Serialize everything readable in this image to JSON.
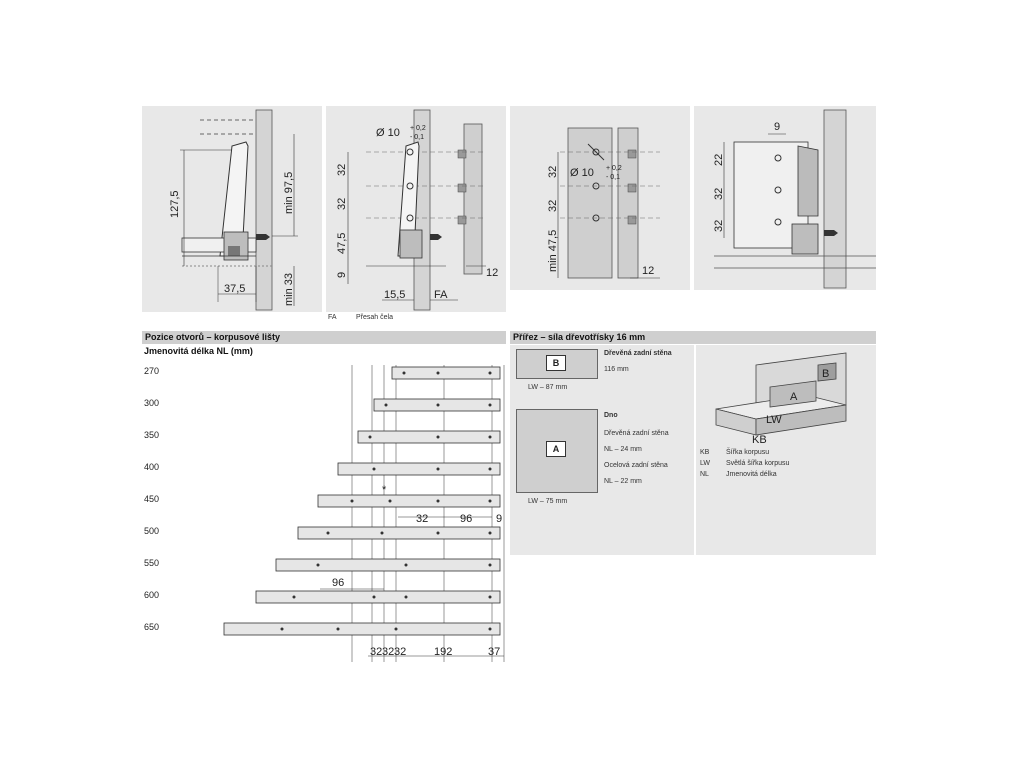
{
  "top_diagrams": {
    "panel1": {
      "dim_height": "127,5",
      "dim_min": "min 97,5",
      "dim_width": "37,5",
      "dim_min33": "min 33"
    },
    "panel2": {
      "dia": "Ø 10",
      "tol_plus": "+ 0,2",
      "tol_minus": "- 0,1",
      "d32a": "32",
      "d32b": "32",
      "d475": "47,5",
      "d9": "9",
      "d155": "15,5",
      "fa": "FA",
      "d12": "12"
    },
    "panel3": {
      "dia": "Ø 10",
      "tol_plus": "+ 0,2",
      "tol_minus": "- 0,1",
      "d32a": "32",
      "d32b": "32",
      "dmin": "min 47,5",
      "d12": "12"
    },
    "panel4": {
      "d9": "9",
      "d22": "22",
      "d32a": "32",
      "d32b": "32"
    },
    "caption_code": "FA",
    "caption_text": "Přesah čela"
  },
  "left_section": {
    "title": "Pozice otvorů – korpusové lišty",
    "subtitle": "Jmenovitá délka NL (mm)",
    "lengths": [
      "270",
      "300",
      "350",
      "400",
      "450",
      "500",
      "550",
      "600",
      "650"
    ],
    "asterisk": "*",
    "dims": {
      "d32": "32",
      "d96a": "96",
      "d9": "9",
      "d96b": "96",
      "b32a": "32",
      "b32b": "32",
      "b32c": "32",
      "b192": "192",
      "b37": "37"
    }
  },
  "right_section": {
    "title": "Přířez – síla dřevotřísky 16 mm",
    "b_label": "B",
    "b_heading": "Dřevěná zadní stěna",
    "b_size": "116 mm",
    "b_width": "LW – 87 mm",
    "a_label": "A",
    "a_heading": "Dno",
    "a_line1": "Dřevěná zadní stěna",
    "a_line2": "NL – 24 mm",
    "a_line3": "Ocelová zadní stěna",
    "a_line4": "NL – 22 mm",
    "a_width": "LW – 75 mm",
    "iso_labels": {
      "b": "B",
      "a": "A",
      "lw": "LW",
      "kb": "KB"
    },
    "legend": [
      {
        "code": "KB",
        "text": "Šířka korpusu"
      },
      {
        "code": "LW",
        "text": "Světlá šířka korpusu"
      },
      {
        "code": "NL",
        "text": "Jmenovitá délka"
      }
    ]
  }
}
